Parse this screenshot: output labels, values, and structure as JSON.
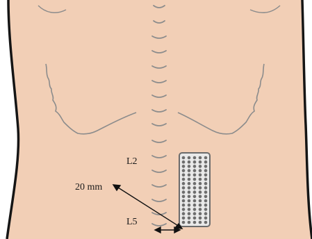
{
  "labels": {
    "l2": "L2",
    "l5": "L5",
    "distance": "20 mm"
  },
  "colors": {
    "skin": "#f2cfb6",
    "outline": "#151515",
    "line": "#8c8c8c",
    "spine": "#8c8c8c",
    "pad_fill": "#e9e9e9",
    "pad_border": "#6b6b6b",
    "pad_dot": "#6d6d6d",
    "arrow": "#111111"
  },
  "electrode_array": {
    "rows": 16,
    "columns": 5
  },
  "spine_marks": 16
}
